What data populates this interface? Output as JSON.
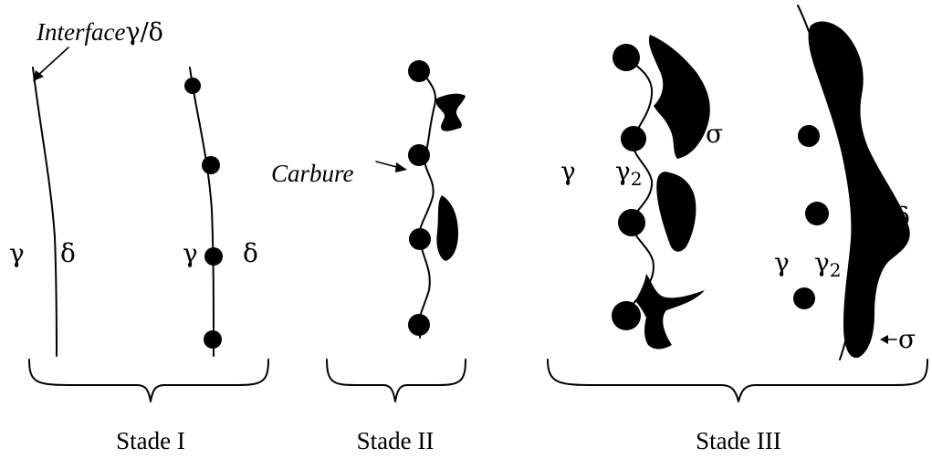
{
  "labels": {
    "interface_prefix": "Interface",
    "interface_suffix": "γ/δ",
    "carbure": "Carbure",
    "gamma": "γ",
    "delta": "δ",
    "gamma2_base": "γ",
    "gamma2_sub": "2",
    "sigma": "σ"
  },
  "stages": [
    {
      "label": "Stade I"
    },
    {
      "label": "Stade II"
    },
    {
      "label": "Stade III"
    }
  ],
  "colors": {
    "ink": "#000000",
    "background": "#ffffff"
  }
}
